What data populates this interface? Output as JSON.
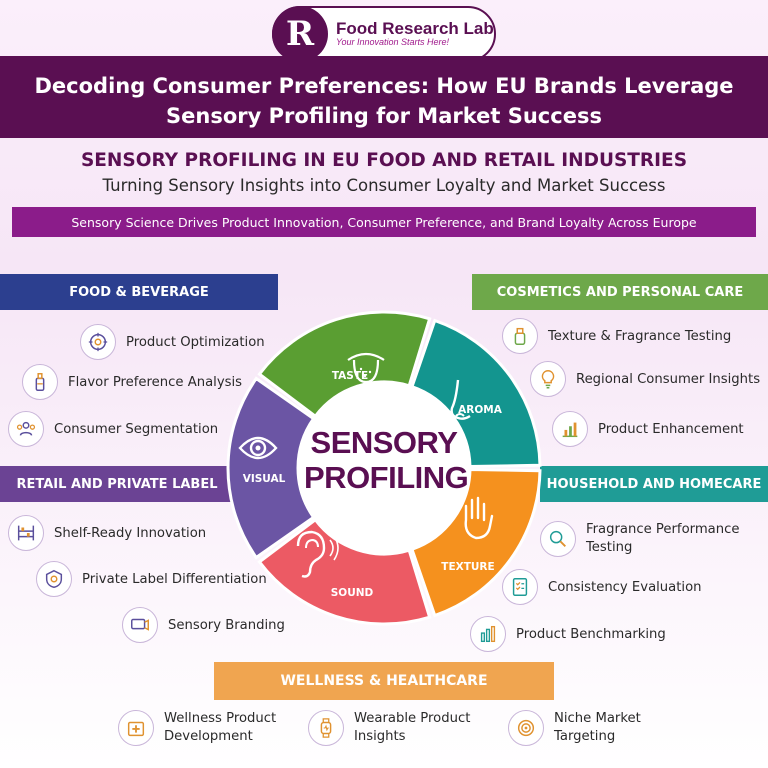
{
  "logo": {
    "letter": "R",
    "name": "Food Research Lab",
    "tagline": "Your Innovation Starts Here!"
  },
  "header": {
    "title": "Decoding Consumer Preferences: How EU Brands Leverage Sensory Profiling for Market Success"
  },
  "section": {
    "title": "SENSORY PROFILING IN EU FOOD AND RETAIL INDUSTRIES",
    "subtitle": "Turning Sensory Insights into Consumer Loyalty and Market Success",
    "banner": "Sensory Science Drives Product Innovation, Consumer Preference, and Brand Loyalty Across Europe"
  },
  "wheel": {
    "center_line1": "SENSORY",
    "center_line2": "PROFILING",
    "segments": [
      {
        "label": "TASTE",
        "color": "#5a9e32"
      },
      {
        "label": "AROMA",
        "color": "#13958f"
      },
      {
        "label": "TEXTURE",
        "color": "#f5911e"
      },
      {
        "label": "SOUND",
        "color": "#ec5a64"
      },
      {
        "label": "VISUAL",
        "color": "#6b55a4"
      }
    ]
  },
  "categories": {
    "food": {
      "title": "FOOD & BEVERAGE",
      "color": "#2c3f8f",
      "items": [
        "Product Optimization",
        "Flavor Preference Analysis",
        "Consumer Segmentation"
      ]
    },
    "cosmetics": {
      "title": "COSMETICS AND PERSONAL CARE",
      "color": "#6ea84a",
      "items": [
        "Texture & Fragrance Testing",
        "Regional Consumer Insights",
        "Product Enhancement"
      ]
    },
    "retail": {
      "title": "RETAIL AND PRIVATE LABEL",
      "color": "#6b4394",
      "items": [
        "Shelf-Ready Innovation",
        "Private Label Differentiation",
        "Sensory Branding"
      ]
    },
    "household": {
      "title": "HOUSEHOLD AND HOMECARE",
      "color": "#1f9c96",
      "items": [
        {
          "line1": "Fragrance Performance",
          "line2": "Testing"
        },
        "Consistency Evaluation",
        "Product Benchmarking"
      ]
    },
    "wellness": {
      "title": "WELLNESS & HEALTHCARE",
      "color": "#f0a550",
      "items": [
        {
          "line1": "Wellness Product",
          "line2": "Development"
        },
        {
          "line1": "Wearable Product",
          "line2": "Insights"
        },
        {
          "line1": "Niche Market",
          "line2": "Targeting"
        }
      ]
    }
  },
  "icons": [
    "optimization-icon",
    "flavor-bottle-icon",
    "segmentation-people-icon",
    "texture-bottle-icon",
    "insights-bulb-icon",
    "enhancement-chart-icon",
    "shelf-icon",
    "private-label-icon",
    "branding-icon",
    "fragrance-magnifier-icon",
    "checklist-icon",
    "benchmark-chart-icon",
    "wellness-box-icon",
    "wearable-icon",
    "target-icon"
  ]
}
